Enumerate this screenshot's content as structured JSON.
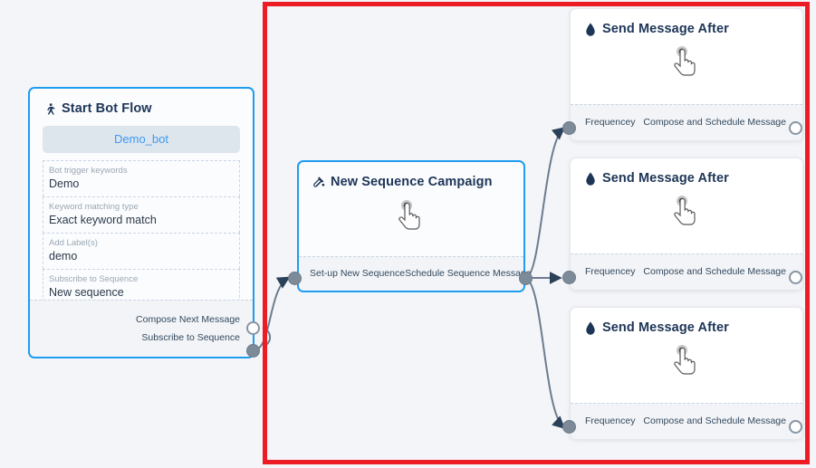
{
  "canvas": {
    "background": "#f4f5f8",
    "highlight_color": "#ed1c24",
    "accent_color": "#1f9cf0",
    "title_color": "#1d3557",
    "port_color": "#7d8b99",
    "edge_color": "#6b7c8f"
  },
  "nodes": {
    "start_bot_flow": {
      "title": "Start Bot Flow",
      "icon": "running-person-icon",
      "pill": "Demo_bot",
      "fields": [
        {
          "label": "Bot trigger keywords",
          "value": "Demo"
        },
        {
          "label": "Keyword matching type",
          "value": "Exact keyword match"
        },
        {
          "label": "Add Label(s)",
          "value": "demo"
        },
        {
          "label": "Subscribe to Sequence",
          "value": "New sequence"
        }
      ],
      "ports": [
        {
          "label": "Compose Next Message",
          "state": "hollow"
        },
        {
          "label": "Subscribe to Sequence",
          "state": "filled"
        }
      ]
    },
    "new_sequence_campaign": {
      "title": "New Sequence Campaign",
      "icon": "ink-bottle-icon",
      "cursor_icon": "pointing-hand-cursor-icon",
      "ports_in": [
        {
          "label": "Set-up New Sequence",
          "state": "filled"
        }
      ],
      "ports_out": [
        {
          "label": "Schedule Sequence Message",
          "state": "filled"
        }
      ]
    },
    "send_message_after": [
      {
        "title": "Send Message After",
        "icon": "water-drop-icon",
        "cursor_icon": "pointing-hand-cursor-icon",
        "in_label": "Frequencey",
        "out_label": "Compose and Schedule Message",
        "in_state": "filled",
        "out_state": "hollow"
      },
      {
        "title": "Send Message After",
        "icon": "water-drop-icon",
        "cursor_icon": "pointing-hand-cursor-icon",
        "in_label": "Frequencey",
        "out_label": "Compose and Schedule Message",
        "in_state": "filled",
        "out_state": "hollow"
      },
      {
        "title": "Send Message After",
        "icon": "water-drop-icon",
        "cursor_icon": "pointing-hand-cursor-icon",
        "in_label": "Frequencey",
        "out_label": "Compose and Schedule Message",
        "in_state": "filled",
        "out_state": "hollow"
      }
    ]
  }
}
